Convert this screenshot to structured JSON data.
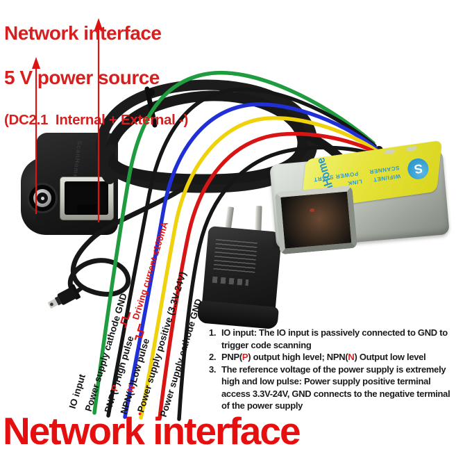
{
  "top_title": {
    "line1": "Network interface",
    "line2": "5 V power source",
    "line3": "(DC2.1  Internal + External -)",
    "color": "#d61f1f"
  },
  "bottom_title": {
    "text": "Network interface",
    "color": "#e60f0f"
  },
  "driving_note": {
    "text": "Driving current ≤100mA",
    "color": "#e01414"
  },
  "wires": [
    {
      "name": "io-input",
      "color": "#1f9b40",
      "label": {
        "bullet": "",
        "pre": "IO input",
        "accent": "",
        "post": ""
      }
    },
    {
      "name": "gnd-1",
      "color": "#161616",
      "label": {
        "bullet": "",
        "pre": "Power supply cathode GND",
        "accent": "",
        "post": ""
      }
    },
    {
      "name": "pnp",
      "color": "#2130d6",
      "label": {
        "bullet": "",
        "pre": "PNP(",
        "accent": "P",
        "post": ")High pulse"
      }
    },
    {
      "name": "npn",
      "color": "#efd20c",
      "label": {
        "bullet": "",
        "pre": "NPN(",
        "accent": "N",
        "post": ")Low pulse"
      }
    },
    {
      "name": "positive",
      "color": "#d81414",
      "label": {
        "bullet": "•",
        "pre": "Power supply positive (3.3V-24V)",
        "accent": "",
        "post": ""
      }
    },
    {
      "name": "gnd-2",
      "color": "#161616",
      "label": {
        "bullet": "",
        "pre": "Power supply cathode GND",
        "accent": "",
        "post": ""
      }
    }
  ],
  "notes": {
    "items": [
      {
        "num": "1.",
        "p1": "IO input: The IO input is passively connected to GND to trigger code scanning",
        "a1": "",
        "p2": "",
        "a2": "",
        "p3": ""
      },
      {
        "num": "2.",
        "p1": "PNP(",
        "a1": "P",
        "p2": ") output high level; NPN(",
        "a2": "N",
        "p3": ") Output low level"
      },
      {
        "num": "3.",
        "p1": "The reference voltage of the power supply is extremely high and low pulse: Power supply positive terminal access 3.3V-24V, GND connects to the negative terminal of the power supply",
        "a1": "",
        "p2": "",
        "a2": "",
        "p3": ""
      }
    ]
  },
  "scanner": {
    "brand": "ScanHome",
    "status_row1a": "WIFI/NET",
    "status_row1b": "LINK",
    "status_row2a": "SCANNER",
    "status_row2b": "POWER START",
    "logo_letter": "S",
    "label_color": "#e6e33a",
    "text_color": "#2a97cf"
  },
  "coupler": {
    "embossed": "ScanHome"
  }
}
